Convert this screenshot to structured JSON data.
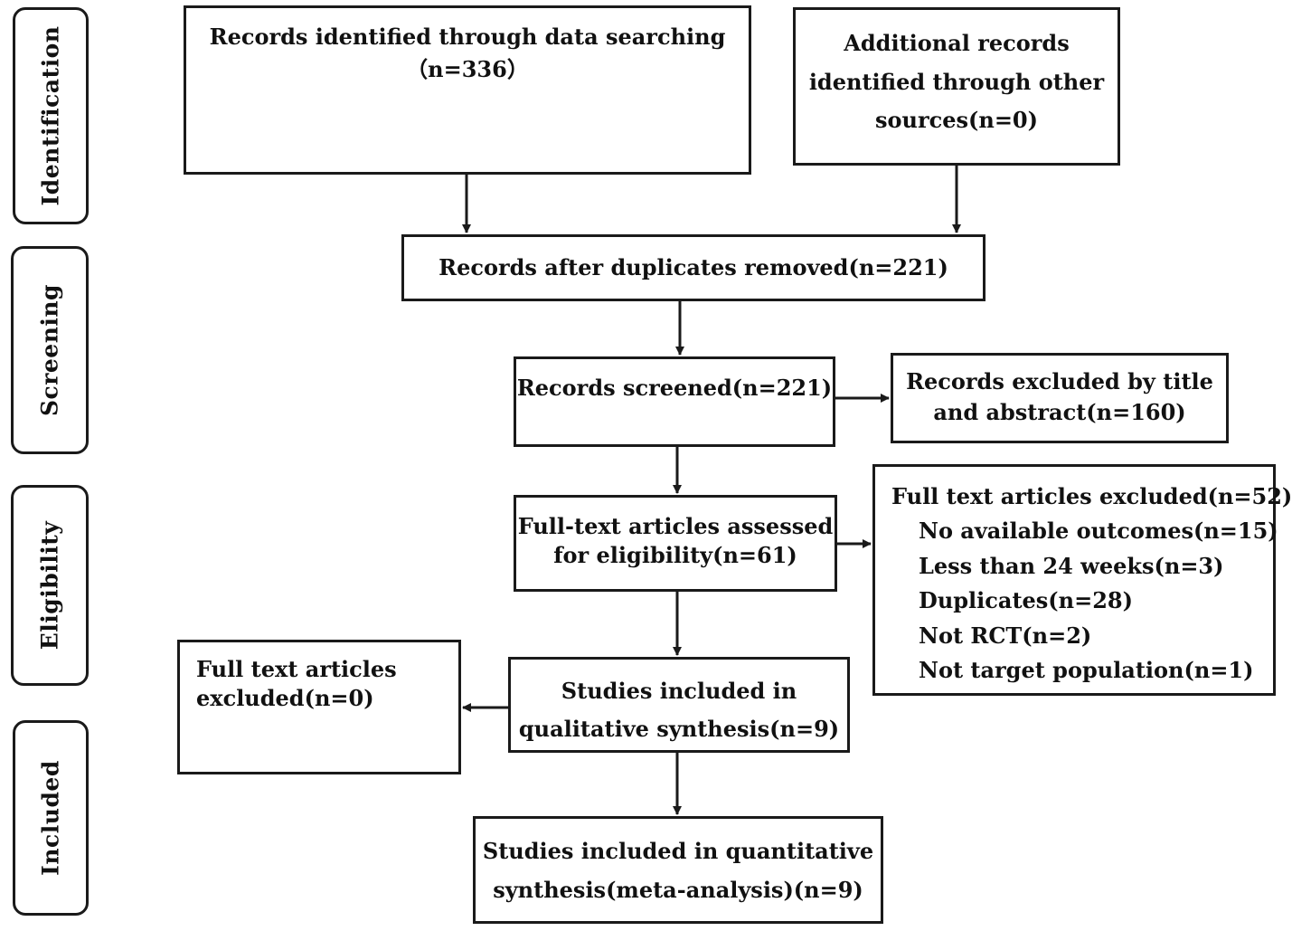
{
  "stages": {
    "identification": "Identification",
    "screening": "Screening",
    "eligibility": "Eligibility",
    "included": "Included"
  },
  "boxes": {
    "records_identified": {
      "line1": "Records identified through data searching",
      "line2": "（n=336）"
    },
    "additional_records": {
      "line1": "Additional records",
      "line2": "identified through other",
      "line3": "sources(n=0)"
    },
    "duplicates_removed": {
      "line1": "Records after duplicates removed(n=221)"
    },
    "records_screened": {
      "line1": "Records screened(n=221)"
    },
    "records_excluded": {
      "line1": "Records excluded by title",
      "line2": "and abstract(n=160)"
    },
    "full_text_assessed": {
      "line1": "Full-text articles assessed",
      "line2": "for eligibility(n=61)"
    },
    "full_text_excluded": {
      "heading": "Full text articles excluded(n=52)",
      "reasons": [
        "No available outcomes(n=15)",
        "Less than 24 weeks(n=3)",
        "Duplicates(n=28)",
        "Not RCT(n=2)",
        "Not target population(n=1)"
      ]
    },
    "full_text_excluded_zero": {
      "line1": "Full text articles",
      "line2": "excluded(n=0)"
    },
    "qualitative": {
      "line1": "Studies included in",
      "line2": "qualitative synthesis(n=9)"
    },
    "quantitative": {
      "line1": "Studies included in quantitative",
      "line2": "synthesis(meta-analysis)(n=9)"
    }
  }
}
